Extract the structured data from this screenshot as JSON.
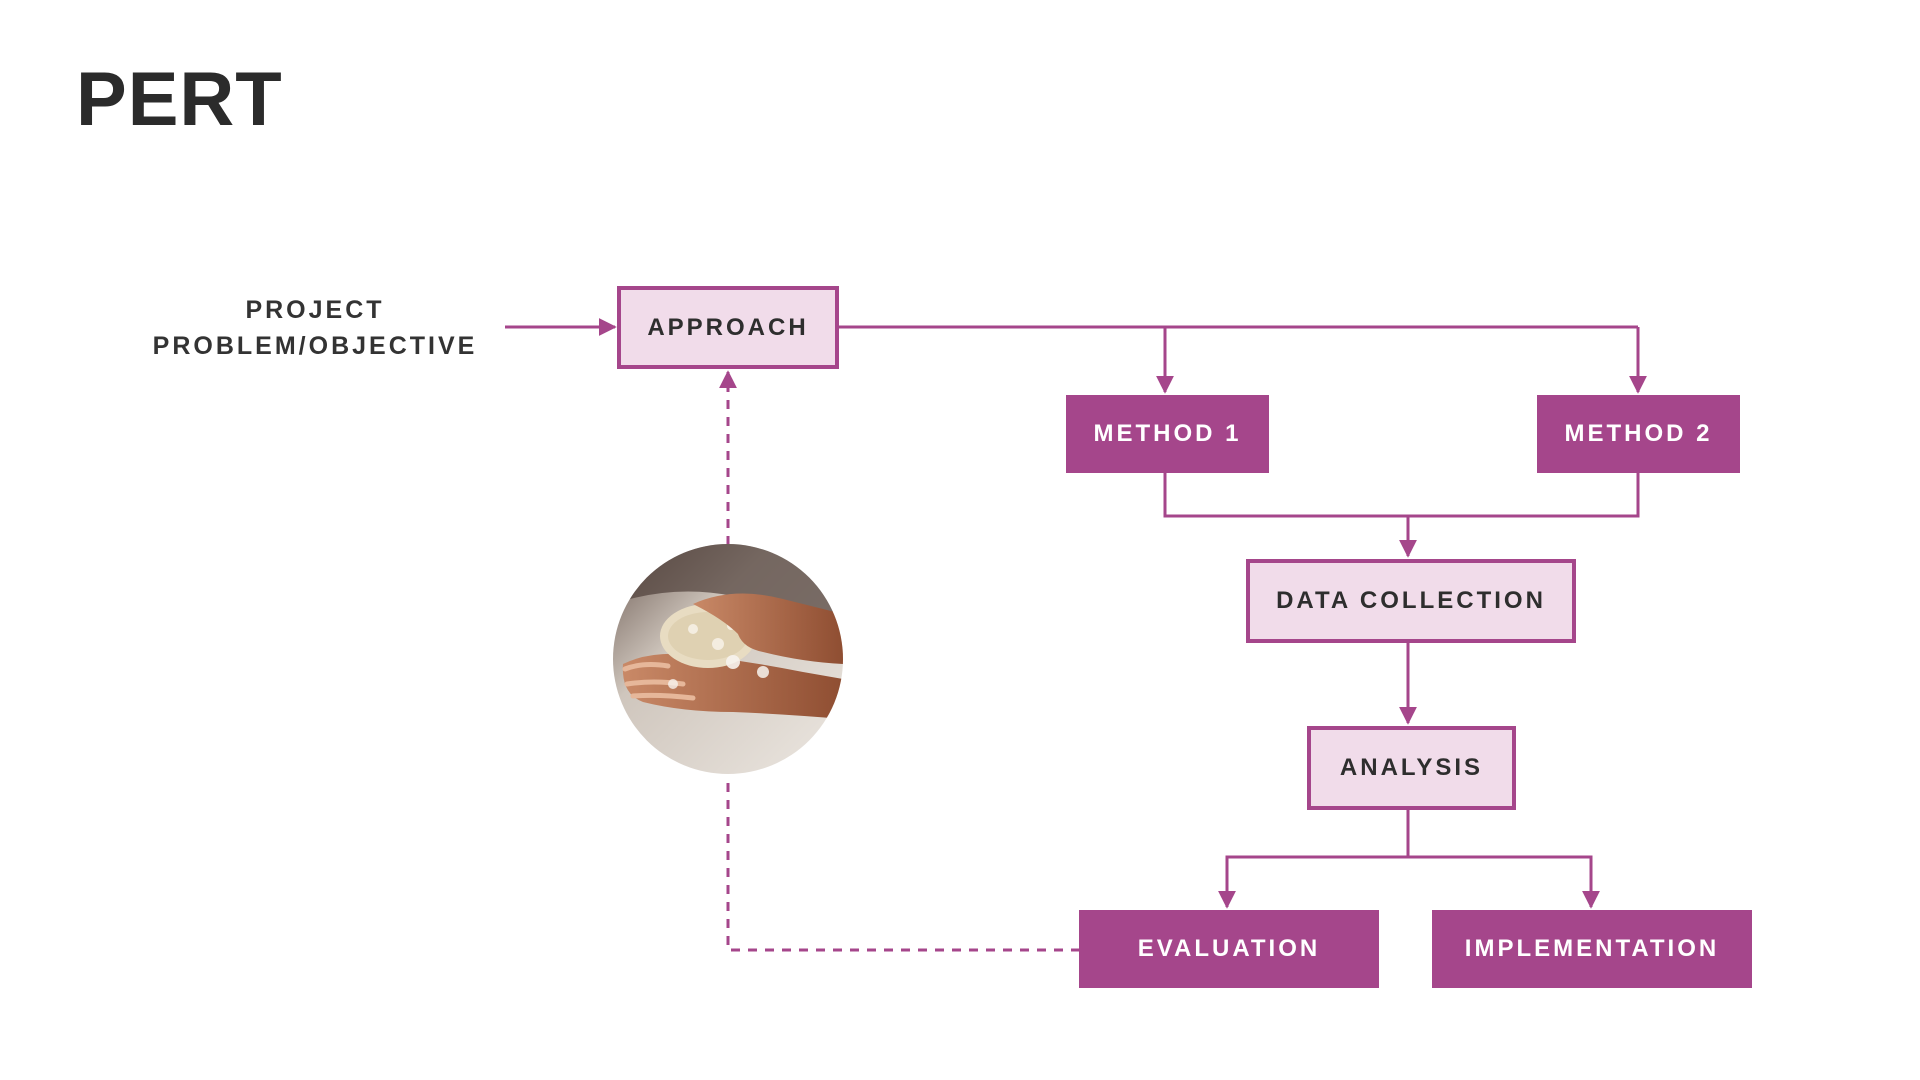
{
  "title": "PERT",
  "input": {
    "line1": "PROJECT",
    "line2": "PROBLEM/OBJECTIVE"
  },
  "nodes": {
    "approach": "APPROACH",
    "method1": "METHOD 1",
    "method2": "METHOD 2",
    "data_collection": "DATA COLLECTION",
    "analysis": "ANALYSIS",
    "evaluation": "EVALUATION",
    "implementation": "IMPLEMENTATION"
  },
  "colors": {
    "accent": "#a5468b",
    "node_fill_light": "#f1dcea",
    "text_dark": "#2e2e2e"
  },
  "image": {
    "icon": "hand-washing-photo"
  }
}
